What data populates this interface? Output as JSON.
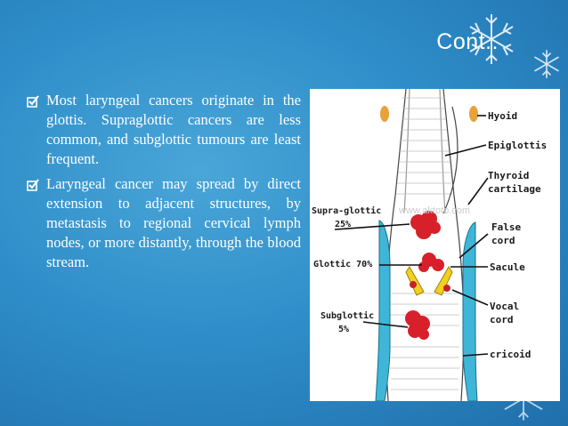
{
  "slide": {
    "title": "Cont..",
    "bullets": [
      "Most laryngeal cancers originate in the glottis. Supraglottic cancers are less common, and subglottic tumours are least frequent.",
      "Laryngeal cancer may spread by direct extension to adjacent structures, by metastasis to regional cervical lymph nodes, or more distantly, through the blood stream."
    ],
    "bullet_icon": "checkbox-icon",
    "colors": {
      "background": "#2f8ec9",
      "text": "#ffffff",
      "accent": "#1a1a1a"
    }
  },
  "figure": {
    "labels_right": {
      "hyoid": "Hyoid",
      "epiglottis": "Epiglottis",
      "thyroid1": "Thyroid",
      "thyroid2": "cartilage",
      "false1": "False",
      "false2": "cord",
      "sacule": "Sacule",
      "vocal1": "Vocal",
      "vocal2": "cord",
      "cricoid": "cricoid"
    },
    "labels_left": {
      "supra1": "Supra-glottic",
      "supra2": "25%",
      "glottic": "Glottic 70%",
      "sub1": "Subglottic",
      "sub2": "5%"
    },
    "watermark": "www.aktoto.com"
  }
}
